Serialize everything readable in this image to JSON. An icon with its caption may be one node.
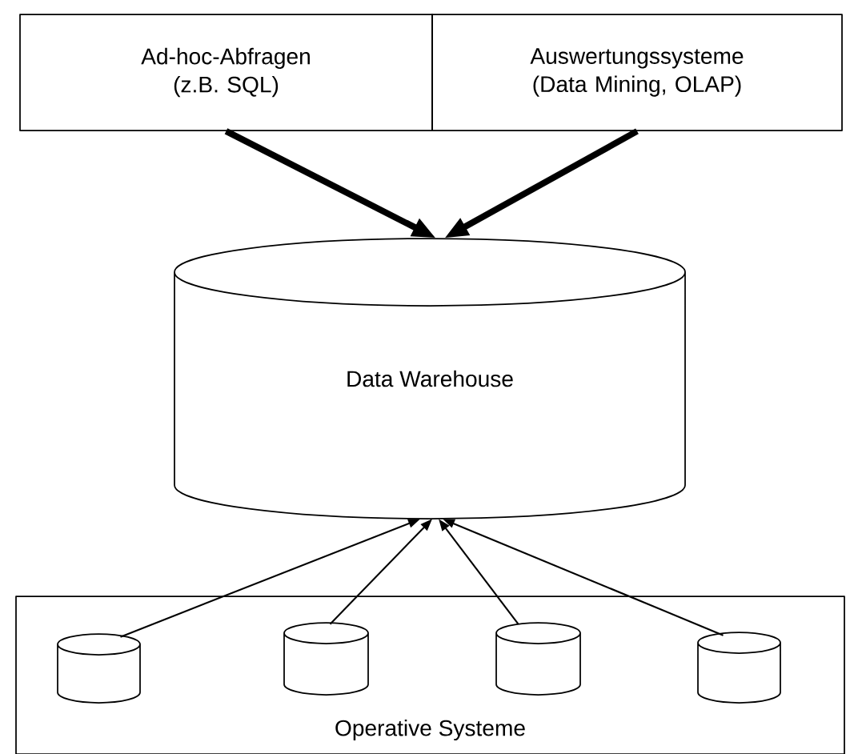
{
  "diagram": {
    "nodes": [
      {
        "text": [
          "Ad-hoc-Abfragen (z.B. SQL)"
        ]
      },
      {
        "text": [
          "Auswertungssysteme (Data Mining, OLAP)"
        ]
      },
      {
        "text": [
          "Data Warehouse"
        ]
      },
      {
        "text": [
          "Operative Systeme"
        ]
      },
      {
        "text": [],
        "shape": "cylinder",
        "in": 3
      },
      {
        "text": [],
        "shape": "cylinder",
        "in": 3
      },
      {
        "text": [],
        "shape": "cylinder",
        "in": 3
      },
      {
        "text": [],
        "shape": "cylinder",
        "in": 3
      }
    ],
    "edges": [
      {
        "from": 0,
        "to": 2,
        "arrow": "to",
        "style": "thick"
      },
      {
        "from": 1,
        "to": 2,
        "arrow": "to",
        "style": "thick"
      },
      {
        "from": 4,
        "to": 2,
        "arrow": "to"
      },
      {
        "from": 5,
        "to": 2,
        "arrow": "to"
      },
      {
        "from": 6,
        "to": 2,
        "arrow": "to"
      },
      {
        "from": 7,
        "to": 2,
        "arrow": "to"
      }
    ]
  }
}
